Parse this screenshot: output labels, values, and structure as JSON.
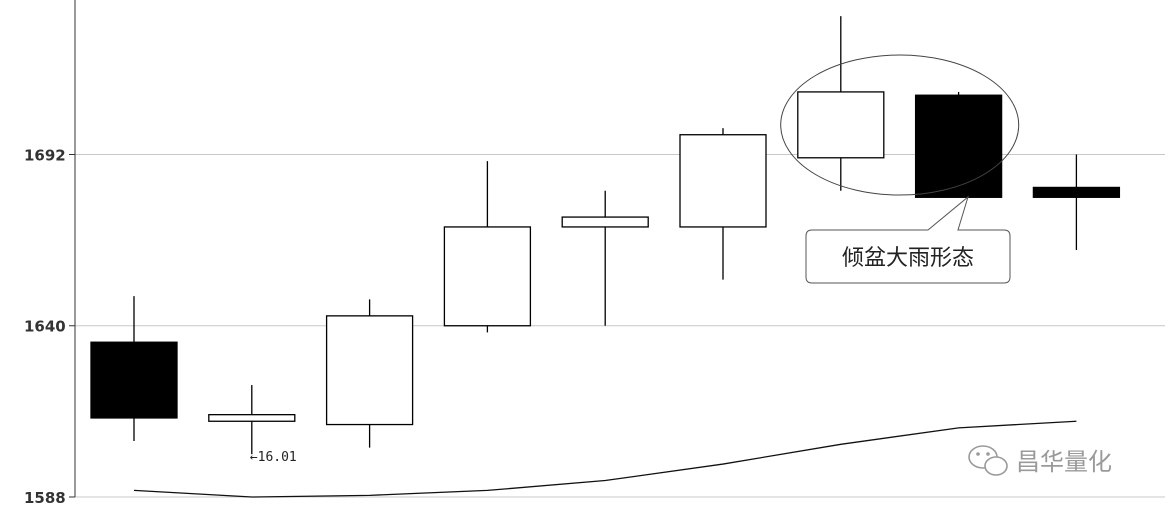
{
  "chart_data": {
    "type": "candlestick",
    "ylim": [
      1588,
      1738
    ],
    "y_ticks": [
      "1588",
      "1640",
      "1692"
    ],
    "grid": "horizontal",
    "candles": [
      {
        "open": 1635,
        "close": 1612,
        "high": 1649,
        "low": 1605
      },
      {
        "open": 1611,
        "close": 1613,
        "high": 1622,
        "low": 1601
      },
      {
        "open": 1610,
        "close": 1643,
        "high": 1648,
        "low": 1603
      },
      {
        "open": 1640,
        "close": 1670,
        "high": 1690,
        "low": 1638
      },
      {
        "open": 1670,
        "close": 1673,
        "high": 1681,
        "low": 1640
      },
      {
        "open": 1670,
        "close": 1698,
        "high": 1700,
        "low": 1654
      },
      {
        "open": 1691,
        "close": 1711,
        "high": 1734,
        "low": 1681
      },
      {
        "open": 1710,
        "close": 1679,
        "high": 1711,
        "low": 1681
      },
      {
        "open": 1682,
        "close": 1679,
        "high": 1692,
        "low": 1663
      }
    ],
    "moving_average": [
      1590,
      1588,
      1588.5,
      1590,
      1593,
      1598,
      1604,
      1609,
      1611
    ],
    "annotations": [
      {
        "text": "←16.01",
        "candle_index": 1
      }
    ],
    "callout": {
      "text": "倾盆大雨形态",
      "highlight_candles": [
        6,
        7
      ]
    }
  },
  "watermark": {
    "icon": "wechat-icon",
    "text": "昌华量化"
  },
  "colors": {
    "bearish_fill": "#000000",
    "bullish_fill": "#ffffff",
    "candle_stroke": "#000000",
    "grid": "#c8c8c8",
    "axis": "#333333",
    "watermark": "#9a9a9a"
  }
}
